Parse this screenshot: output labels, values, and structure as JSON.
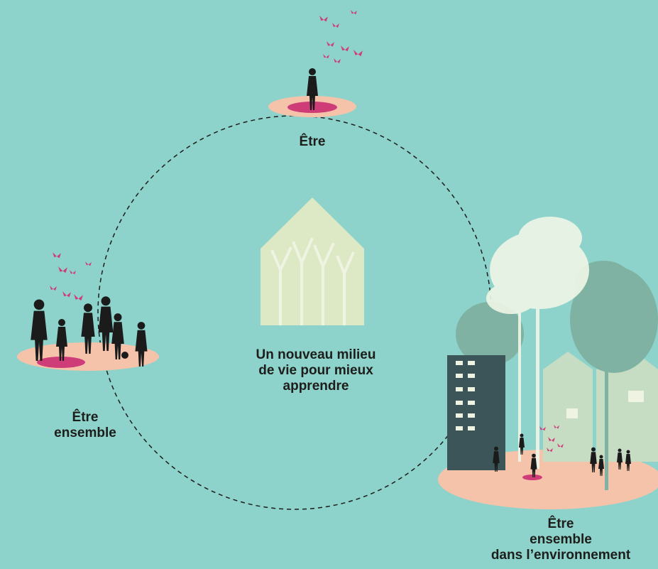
{
  "colors": {
    "background": "#8dd3cb",
    "ground": "#f5c3a9",
    "accent": "#cf3d79",
    "house": "#dde8c4",
    "house_lines": "#eef3e2",
    "silhouette": "#1b1b1b",
    "building": "#3b5558",
    "tree_light": "#eef5e6",
    "tree_mid": "#7fb2a2",
    "houses_back": "#c6dcc3",
    "circle_stroke": "#1d1d1b"
  },
  "icons": {
    "center": "house-with-trees-icon",
    "top": "person-with-butterflies-icon",
    "left": "group-of-people-icon",
    "right": "neighbourhood-icon"
  },
  "labels": {
    "top": [
      "Être"
    ],
    "left": [
      "Être",
      "ensemble"
    ],
    "center": [
      "Un nouveau milieu",
      "de vie pour mieux",
      "apprendre"
    ],
    "right": [
      "Être",
      "ensemble",
      "dans l’environnement"
    ]
  }
}
